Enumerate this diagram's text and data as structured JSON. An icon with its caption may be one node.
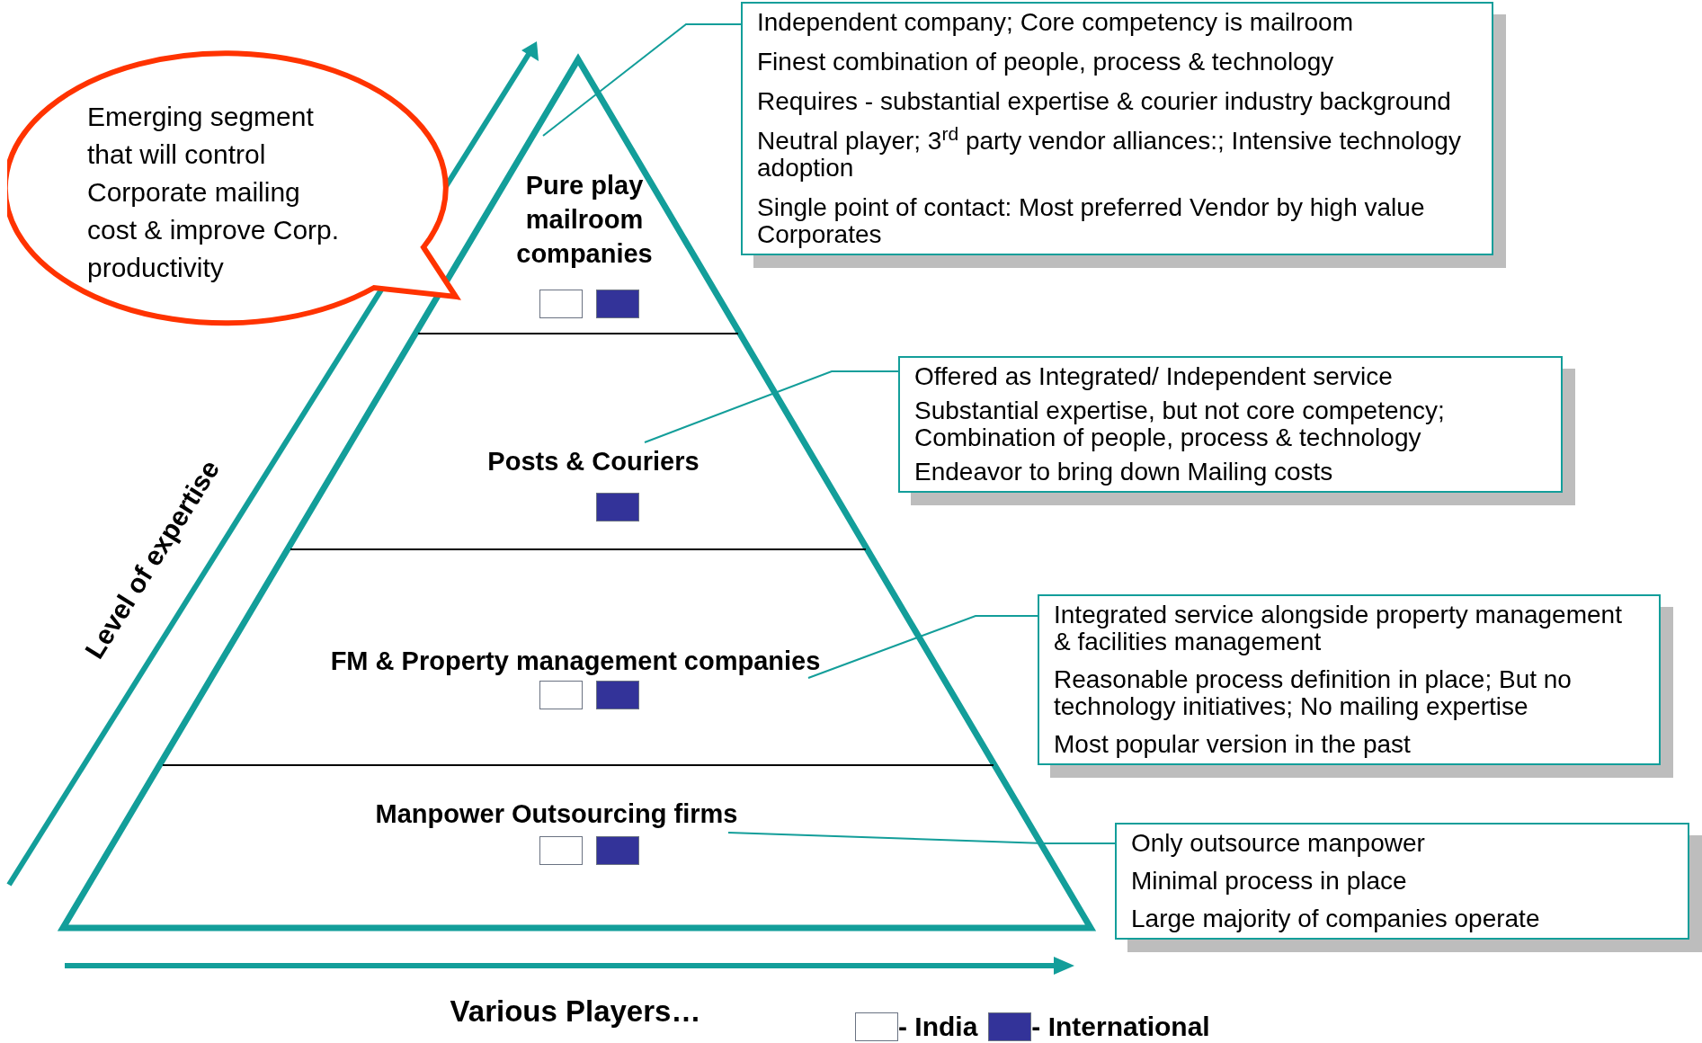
{
  "diagram": {
    "nodes": [
      {
        "text": [
          "Emerging segment that will control Corporate mailing cost & improve Corp. productivity"
        ]
      },
      {
        "text": [
          "Pure play mailroom companies"
        ]
      },
      {
        "text": [
          "Independent company; Core competency is mailroom",
          "Finest combination of people, process & technology",
          "Requires - substantial expertise & courier industry background",
          "Neutral player; 3$^{rd}$ party vendor alliances:; Intensive technology adoption",
          "Single point of contact: Most preferred  Vendor by high value Corporates"
        ]
      },
      {
        "text": [
          "Posts & Couriers"
        ]
      },
      {
        "text": [
          "Offered as Integrated/ Independent service",
          "Substantial expertise, but not core competency; Combination of people, process & technology",
          "Endeavor to bring down Mailing costs"
        ]
      },
      {
        "text": [
          "FM & Property management companies"
        ]
      },
      {
        "text": [
          "Integrated service alongside property management & facilities management",
          "Reasonable process definition in place; But no technology initiatives; No mailing expertise",
          "Most popular version in the past"
        ]
      },
      {
        "text": [
          "Manpower Outsourcing firms"
        ]
      },
      {
        "text": [
          "Only outsource manpower",
          "Minimal process in place",
          "Large majority of companies operate"
        ]
      }
    ],
    "edges": [
      {
        "from": 2,
        "to": 1,
        "arrow": "none"
      },
      {
        "from": 4,
        "to": 3,
        "arrow": "none"
      },
      {
        "from": 6,
        "to": 5,
        "arrow": "none"
      },
      {
        "from": 8,
        "to": 7,
        "arrow": "none"
      }
    ],
    "labels": [
      "Level of expertise",
      "Various Players…"
    ],
    "legend": [
      {
        "text": "- India",
        "color": "#ffffff"
      },
      {
        "text": "- International",
        "color": "#333399"
      }
    ]
  }
}
